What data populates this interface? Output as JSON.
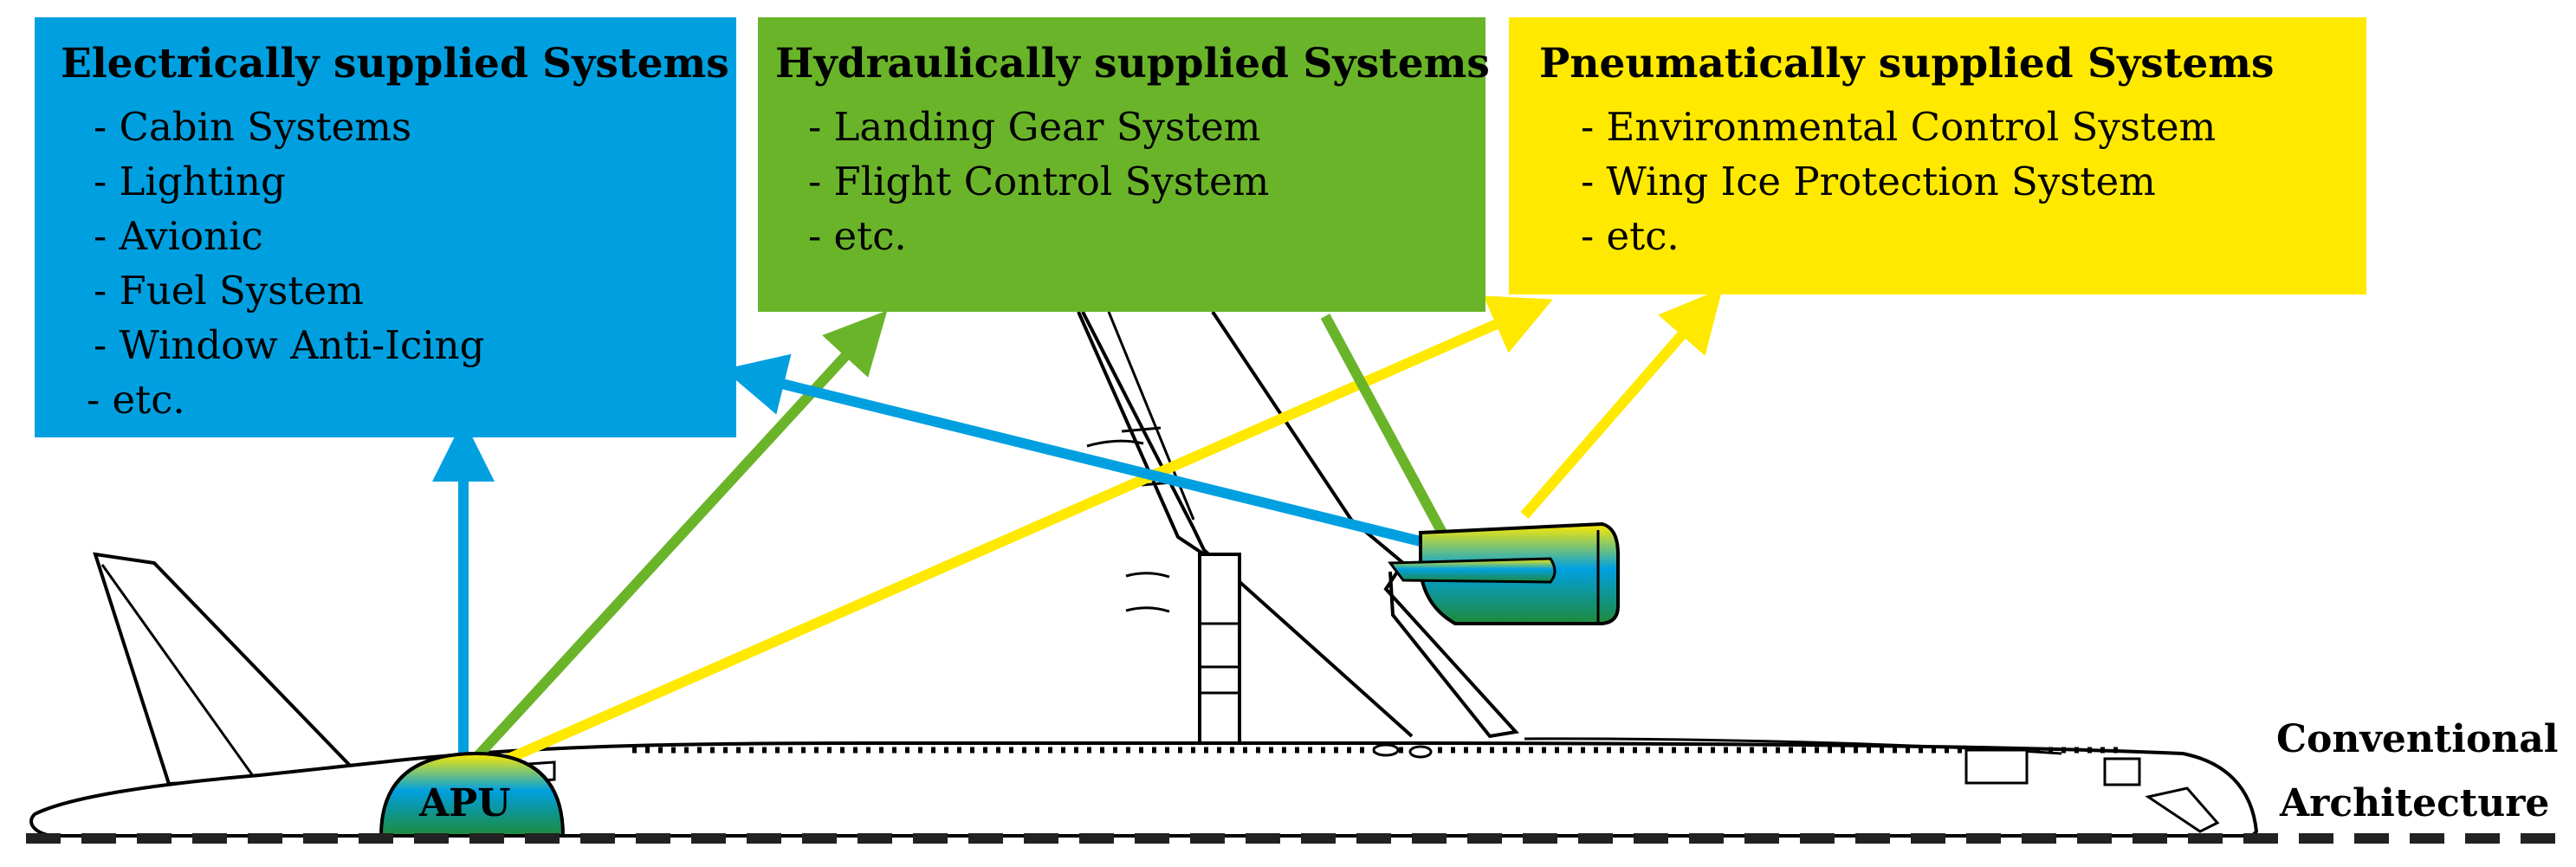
{
  "electrical": {
    "title": "Electrically supplied Systems",
    "items": [
      "- Cabin Systems",
      "- Lighting",
      "- Avionic",
      "- Fuel System",
      "- Window Anti-Icing",
      "- etc."
    ],
    "color": "#00a0e0"
  },
  "hydraulic": {
    "title": "Hydraulically supplied Systems",
    "items": [
      "- Landing Gear System",
      "- Flight Control System",
      "- etc."
    ],
    "color": "#6ab42a"
  },
  "pneumatic": {
    "title": "Pneumatically supplied Systems",
    "items": [
      "- Environmental Control System",
      "- Wing Ice Protection System",
      "- etc."
    ],
    "color": "#ffe900"
  },
  "apu": {
    "label": "APU"
  },
  "architecture": {
    "line1": "Conventional",
    "line2": "Architecture"
  }
}
